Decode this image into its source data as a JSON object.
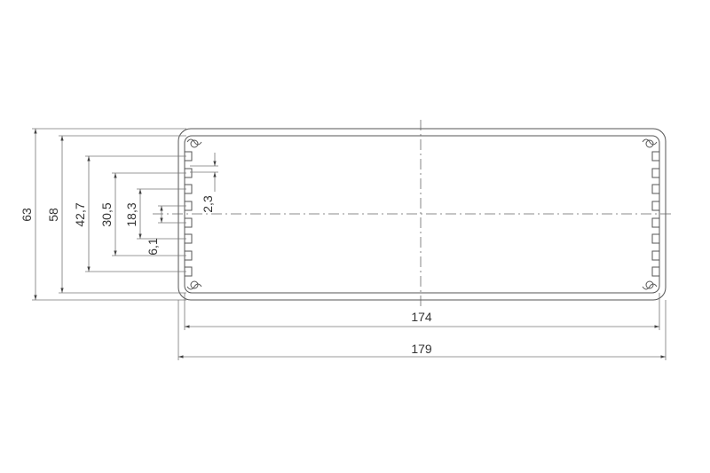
{
  "drawing": {
    "units": "mm",
    "dimensions": {
      "outer_height": "63",
      "inner_height": "58",
      "dim_42_7": "42,7",
      "dim_30_5": "30,5",
      "dim_18_3": "18,3",
      "dim_6_1": "6,1",
      "dim_2_3": "2,3",
      "inner_width": "174",
      "outer_width": "179"
    },
    "colors": {
      "line": "#555555",
      "text": "#333333",
      "background": "#ffffff"
    }
  }
}
